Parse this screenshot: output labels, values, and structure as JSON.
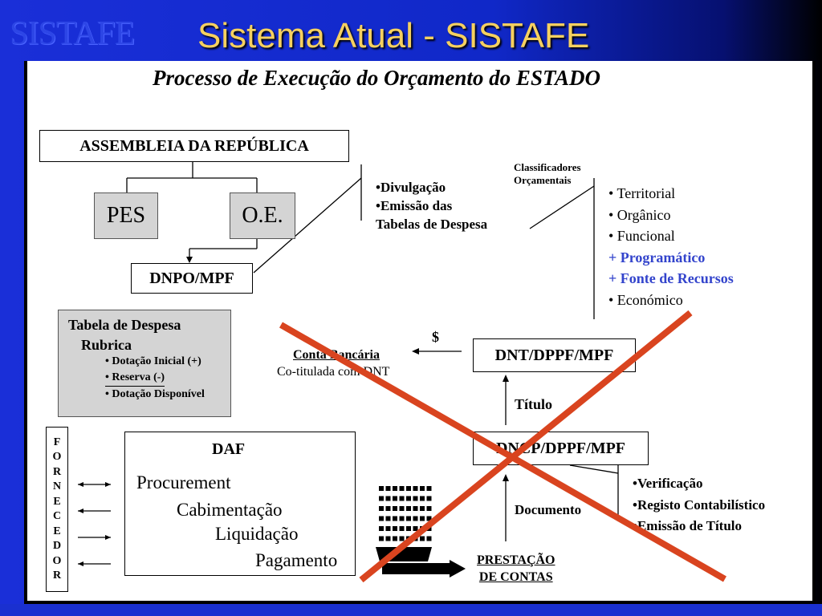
{
  "slide": {
    "logo": "SISTAFE",
    "title": "Sistema Atual - SISTAFE"
  },
  "diagram": {
    "heading": "Processo de Execução do Orçamento do ESTADO",
    "assembleia": "ASSEMBLEIA DA REPÚBLICA",
    "pes": "PES",
    "oe": "O.E.",
    "dnpo": "DNPO/MPF",
    "divulgacao": [
      "•Divulgação",
      "•Emissão das",
      "Tabelas de Despesa"
    ],
    "classificadores": [
      "Classificadores",
      "Orçamentais"
    ],
    "classes": [
      {
        "label": "• Territorial",
        "new": false
      },
      {
        "label": "• Orgânico",
        "new": false
      },
      {
        "label": "• Funcional",
        "new": false
      },
      {
        "label": "+ Programático",
        "new": true
      },
      {
        "label": "+ Fonte de Recursos",
        "new": true
      },
      {
        "label": "• Económico",
        "new": false
      }
    ],
    "tabela": {
      "title": "Tabela de Despesa",
      "rubrica": "Rubrica",
      "items": [
        "• Dotação Inicial (+)",
        "• Reserva (-)",
        "• Dotação Disponível"
      ]
    },
    "dollar": "$",
    "conta": "Conta Bancária",
    "conta_sub": "Co-titulada com DNT",
    "dnt": "DNT/DPPF/MPF",
    "titulo": "Título",
    "dncp": "DNCP/DPPF/MPF",
    "documento": "Documento",
    "fornecedor": [
      "F",
      "O",
      "R",
      "N",
      "E",
      "C",
      "E",
      "D",
      "O",
      "R"
    ],
    "daf": "DAF",
    "daf_steps": [
      "Procurement",
      "Cabimentação",
      "Liquidação",
      "Pagamento"
    ],
    "verif": [
      "•Verificação",
      "•Registo Contabilístico",
      "•Emissão de Título"
    ],
    "prestacao": [
      "PRESTAÇÃO",
      "DE CONTAS"
    ],
    "colors": {
      "cross": "#d9441f",
      "new": "#3344cc"
    }
  }
}
